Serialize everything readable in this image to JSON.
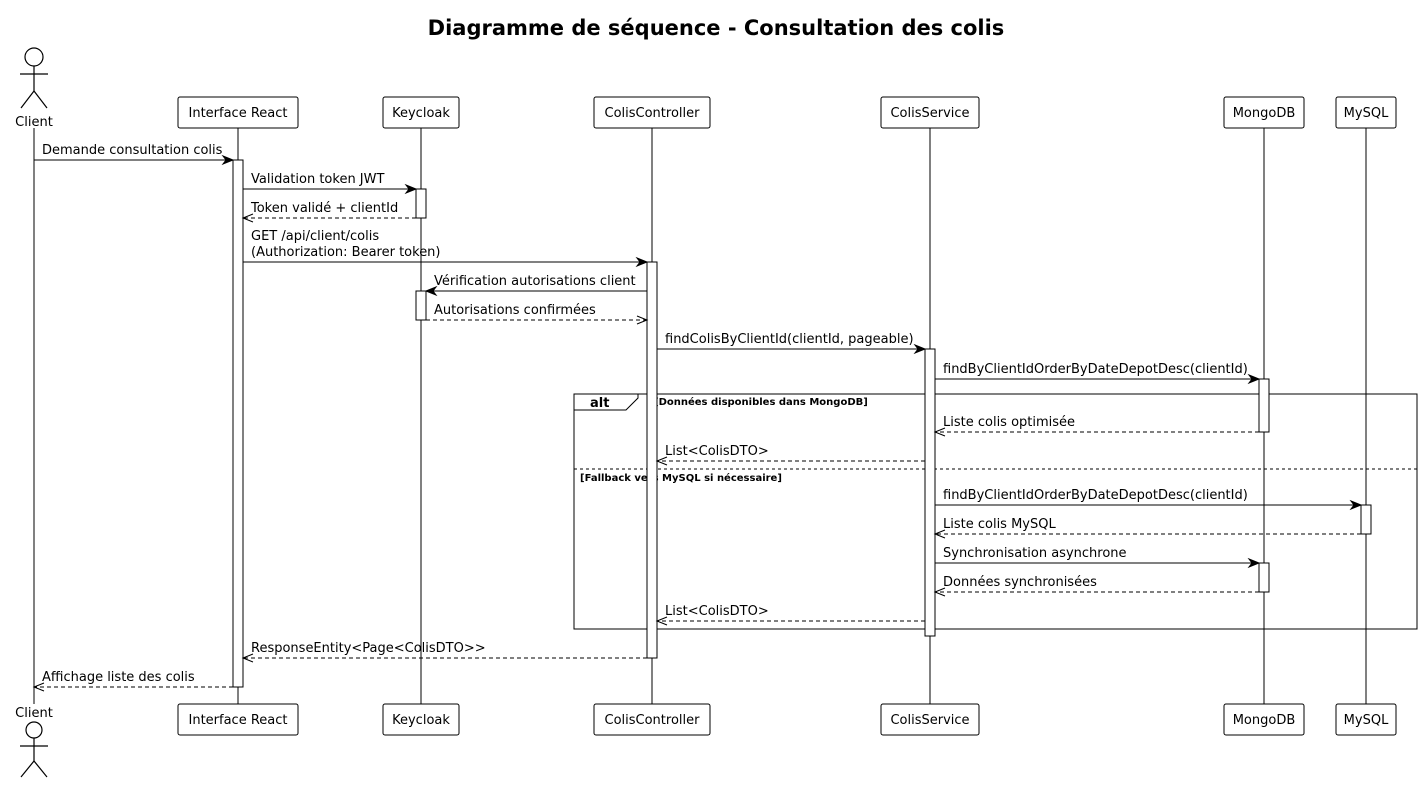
{
  "title": "Diagramme de séquence - Consultation des colis",
  "participants": [
    {
      "id": "client",
      "label": "Client",
      "kind": "actor"
    },
    {
      "id": "react",
      "label": "Interface React",
      "kind": "box"
    },
    {
      "id": "keycloak",
      "label": "Keycloak",
      "kind": "box"
    },
    {
      "id": "controller",
      "label": "ColisController",
      "kind": "box"
    },
    {
      "id": "service",
      "label": "ColisService",
      "kind": "box"
    },
    {
      "id": "mongo",
      "label": "MongoDB",
      "kind": "box"
    },
    {
      "id": "mysql",
      "label": "MySQL",
      "kind": "box"
    }
  ],
  "messages": [
    {
      "from": "client",
      "to": "react",
      "text": [
        "Demande consultation colis"
      ],
      "kind": "sync"
    },
    {
      "from": "react",
      "to": "keycloak",
      "text": [
        "Validation token JWT"
      ],
      "kind": "sync"
    },
    {
      "from": "keycloak",
      "to": "react",
      "text": [
        "Token validé + clientId"
      ],
      "kind": "reply"
    },
    {
      "from": "react",
      "to": "controller",
      "text": [
        "GET /api/client/colis",
        "(Authorization: Bearer token)"
      ],
      "kind": "sync"
    },
    {
      "from": "controller",
      "to": "keycloak",
      "text": [
        "Vérification autorisations client"
      ],
      "kind": "sync"
    },
    {
      "from": "keycloak",
      "to": "controller",
      "text": [
        "Autorisations confirmées"
      ],
      "kind": "reply"
    },
    {
      "from": "controller",
      "to": "service",
      "text": [
        "findColisByClientId(clientId, pageable)"
      ],
      "kind": "sync"
    },
    {
      "from": "service",
      "to": "mongo",
      "text": [
        "findByClientIdOrderByDateDepotDesc(clientId)"
      ],
      "kind": "sync"
    },
    {
      "from": "mongo",
      "to": "service",
      "text": [
        "Liste colis optimisée"
      ],
      "kind": "reply"
    },
    {
      "from": "service",
      "to": "controller",
      "text": [
        "List<ColisDTO>"
      ],
      "kind": "reply"
    },
    {
      "from": "service",
      "to": "mysql",
      "text": [
        "findByClientIdOrderByDateDepotDesc(clientId)"
      ],
      "kind": "sync"
    },
    {
      "from": "mysql",
      "to": "service",
      "text": [
        "Liste colis MySQL"
      ],
      "kind": "reply"
    },
    {
      "from": "service",
      "to": "mongo",
      "text": [
        "Synchronisation asynchrone"
      ],
      "kind": "sync"
    },
    {
      "from": "mongo",
      "to": "service",
      "text": [
        "Données synchronisées"
      ],
      "kind": "reply"
    },
    {
      "from": "service",
      "to": "controller",
      "text": [
        "List<ColisDTO>"
      ],
      "kind": "reply"
    },
    {
      "from": "controller",
      "to": "react",
      "text": [
        "ResponseEntity<Page<ColisDTO>>"
      ],
      "kind": "reply"
    },
    {
      "from": "react",
      "to": "client",
      "text": [
        "Affichage liste des colis"
      ],
      "kind": "reply"
    }
  ],
  "alt_fragment": {
    "keyword": "alt",
    "guard1": "[Données disponibles dans MongoDB]",
    "guard2": "[Fallback vers MySQL si nécessaire]"
  }
}
